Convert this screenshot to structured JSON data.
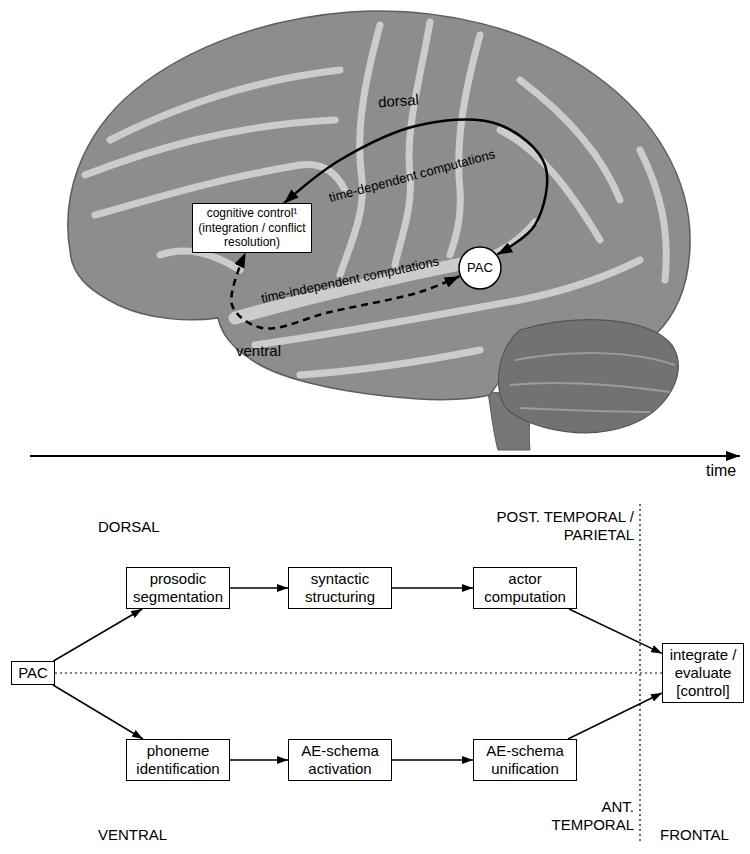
{
  "diagram": {
    "nodes": [
      {
        "text": [
          "cognitive control¹ (integration / conflict resolution)"
        ]
      },
      {
        "text": [
          "PAC"
        ]
      },
      {
        "text": [
          "prosodic segmentation"
        ]
      },
      {
        "text": [
          "syntactic structuring"
        ]
      },
      {
        "text": [
          "actor computation"
        ]
      },
      {
        "text": [
          "PAC"
        ]
      },
      {
        "text": [
          "integrate / evaluate [control]"
        ]
      },
      {
        "text": [
          "phoneme identification"
        ]
      },
      {
        "text": [
          "AE-schema activation"
        ]
      },
      {
        "text": [
          "AE-schema unification"
        ]
      }
    ],
    "edges": [
      {
        "from": 1,
        "to": 0,
        "arrow": "both",
        "label": "time-dependent computations"
      },
      {
        "from": 1,
        "to": 0,
        "arrow": "both",
        "label": "time-independent computations"
      },
      {
        "from": 5,
        "to": 2,
        "arrow": "to"
      },
      {
        "from": 2,
        "to": 3,
        "arrow": "to"
      },
      {
        "from": 3,
        "to": 4,
        "arrow": "to"
      },
      {
        "from": 4,
        "to": 6,
        "arrow": "to"
      },
      {
        "from": 5,
        "to": 7,
        "arrow": "to"
      },
      {
        "from": 7,
        "to": 8,
        "arrow": "to"
      },
      {
        "from": 8,
        "to": 9,
        "arrow": "to"
      },
      {
        "from": 9,
        "to": 6,
        "arrow": "to"
      },
      {
        "from": 5,
        "to": 6,
        "arrow": "none"
      }
    ],
    "labels": [
      "dorsal",
      "ventral",
      "time",
      "DORSAL",
      "POST. TEMPORAL / PARIETAL",
      "ANT. TEMPORAL",
      "FRONTAL",
      "VENTRAL"
    ]
  }
}
